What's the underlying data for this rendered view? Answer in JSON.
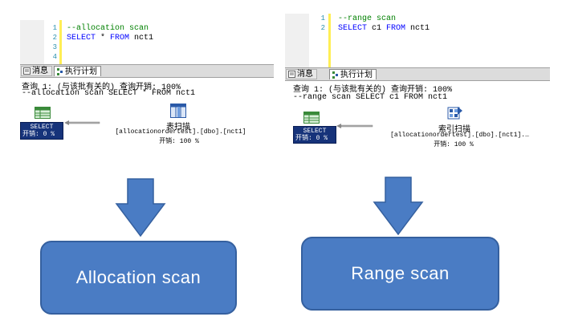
{
  "left": {
    "line_numbers": [
      "1",
      "2",
      "3",
      "4"
    ],
    "code_comment": "--allocation scan",
    "code_kw1": "SELECT",
    "code_rest1": " * ",
    "code_kw2": "FROM",
    "code_rest2": " nct1",
    "tab_messages": "消息",
    "tab_plan": "执行计划",
    "query_header": "查询 1: (与该批有关的) 查询开销: 100%",
    "query_text": "--allocation scan SELECT * FROM nct1",
    "node_select": "SELECT",
    "node_select_cost": "开销: 0 %",
    "op_name": "表扫描",
    "op_object": "[allocationordertest].[dbo].[nct1]",
    "op_cost": "开销: 100 %",
    "big_label": "Allocation  scan"
  },
  "right": {
    "line_numbers": [
      "1",
      "2"
    ],
    "code_comment": "--range scan",
    "code_kw1": "SELECT",
    "code_rest1": " c1 ",
    "code_kw2": "FROM",
    "code_rest2": " nct1",
    "tab_messages": "消息",
    "tab_plan": "执行计划",
    "query_header": "查询 1: (与该批有关的) 查询开销: 100%",
    "query_text": "--range scan SELECT c1 FROM nct1",
    "node_select": "SELECT",
    "node_select_cost": "开销: 0 %",
    "op_name": "索引扫描",
    "op_object": "[allocationordertest].[dbo].[nct1].…",
    "op_cost": "开销: 100 %",
    "big_label": "Range  scan"
  },
  "colors": {
    "box_fill": "#4a7cc4",
    "arrow_fill": "#4a7cc4",
    "node_fill": "#16337a"
  }
}
